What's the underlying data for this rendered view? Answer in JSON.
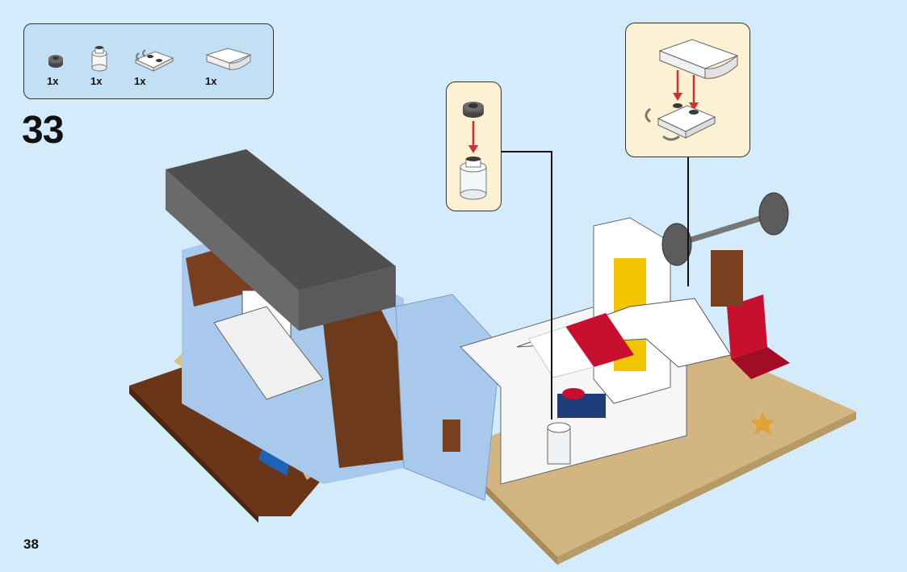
{
  "page": {
    "page_number": "38"
  },
  "step": {
    "number": "33"
  },
  "parts_list": [
    {
      "icon": "dark-gray-round-plate-icon",
      "quantity": "1x",
      "color": "#5a5a5a"
    },
    {
      "icon": "trans-clear-round-brick-icon",
      "quantity": "1x",
      "color": "#eef2f4"
    },
    {
      "icon": "white-plate-with-clip-icon",
      "quantity": "1x",
      "color": "#ffffff"
    },
    {
      "icon": "white-curved-slope-icon",
      "quantity": "1x",
      "color": "#ffffff"
    }
  ],
  "callouts": [
    {
      "name": "round-plate-on-round-brick-callout"
    },
    {
      "name": "curved-slope-on-clip-plate-callout"
    }
  ],
  "colors": {
    "background": "#d3ebfa",
    "parts_box": "#c2dff3",
    "callout_box": "#fdf1d4",
    "arrow": "#d32f2f",
    "dark_gray": "#5c5c5c",
    "light_blue": "#a8c8ec",
    "tan": "#d6bd8a",
    "brown": "#7a3f1e",
    "red": "#c8102e",
    "blue": "#1d62b5",
    "white": "#ffffff",
    "yellow": "#f5c400"
  }
}
